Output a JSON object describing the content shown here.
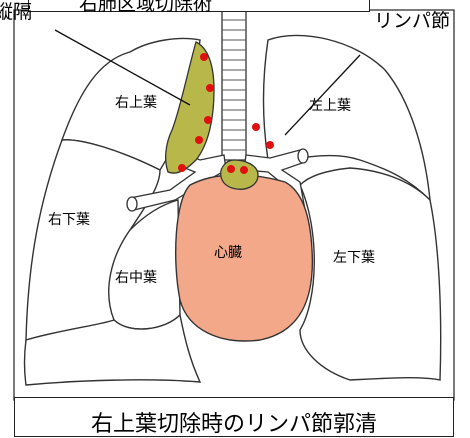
{
  "banner_text": "右肺区域切除術",
  "left_cut_text": "縦隔",
  "lymph_label": "リンパ節",
  "caption": "右上葉切除時のリンパ節郭清",
  "lobes": {
    "right_upper": "右上葉",
    "left_upper": "左上葉",
    "right_lower": "右下葉",
    "right_middle": "右中葉",
    "left_lower": "左下葉",
    "heart": "心臓"
  },
  "colors": {
    "lymph_region": "#b8b84a",
    "heart": "#f2a889",
    "node": "#e01010",
    "outline": "#333333"
  }
}
